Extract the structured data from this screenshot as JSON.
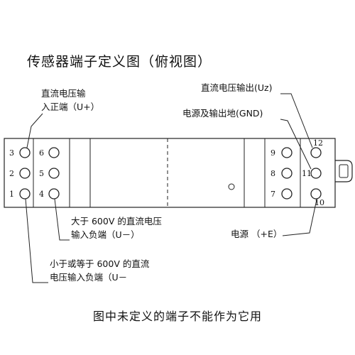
{
  "title": "传感器端子定义图（俯视图）",
  "labels": {
    "u_plus_line1": "直流电压输",
    "u_plus_line2": "入正端（U+）",
    "uz": "直流电压输出(Uz)",
    "gnd": "电源及输出地(GND)",
    "u_minus_600_line1": "大于 600V 的直流电压",
    "u_minus_600_line2": "输入负端（U－）",
    "u_minus_le600_line1": "小于或等于 600V 的直流",
    "u_minus_le600_line2": "电压输入负端（U－",
    "power_plus": "电源 （+E）"
  },
  "terminals": {
    "t1": "1",
    "t2": "2",
    "t3": "3",
    "t4": "4",
    "t5": "5",
    "t6": "6",
    "t7": "7",
    "t8": "8",
    "t9": "9",
    "t10": "10",
    "t11": "11",
    "t12": "12"
  },
  "footer": "图中未定义的端子不能作为它用"
}
